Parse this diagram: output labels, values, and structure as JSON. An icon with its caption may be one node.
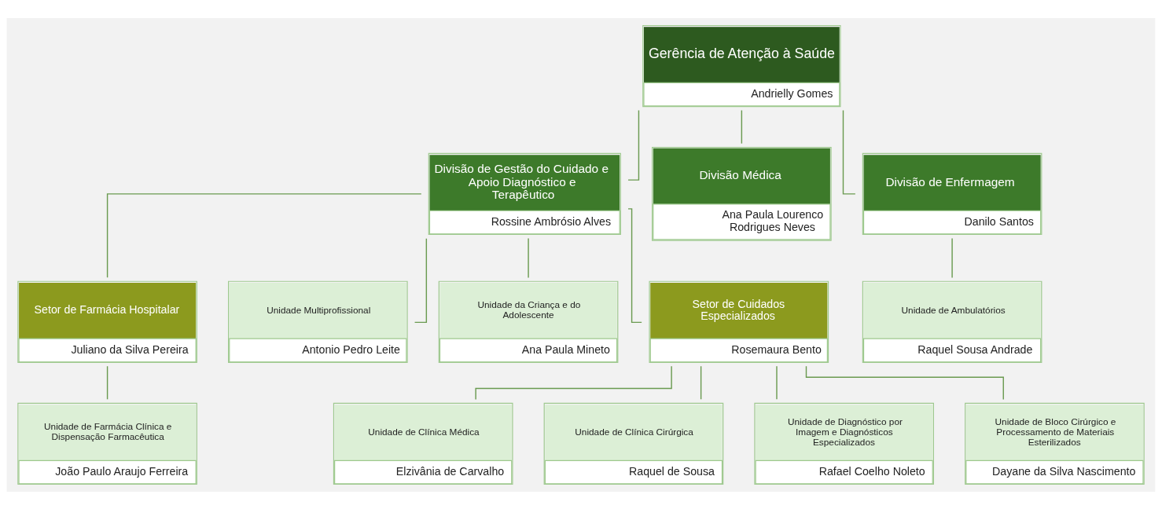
{
  "diagram": {
    "nodes": [
      {
        "text": [
          "Gerência de Atenção à Saúde",
          "Andrielly Gomes"
        ]
      },
      {
        "text": [
          "Divisão de Gestão do Cuidado e Apoio Diagnóstico e Terapêutico",
          "Rossine Ambrósio Alves"
        ]
      },
      {
        "text": [
          "Divisão Médica",
          "Ana Paula Lourenco Rodrigues Neves"
        ]
      },
      {
        "text": [
          "Divisão de Enfermagem",
          "Danilo Santos"
        ]
      },
      {
        "text": [
          "Setor de Farmácia Hospitalar",
          "Juliano da Silva Pereira"
        ]
      },
      {
        "text": [
          "Unidade Multiprofissional",
          "Antonio Pedro Leite"
        ]
      },
      {
        "text": [
          "Unidade da Criança e do Adolescente",
          "Ana Paula Mineto"
        ]
      },
      {
        "text": [
          "Setor de Cuidados Especializados",
          "Rosemaura Bento"
        ]
      },
      {
        "text": [
          "Unidade de Ambulatórios",
          "Raquel Sousa Andrade"
        ]
      },
      {
        "text": [
          "Unidade de Farmácia Clínica e Dispensação Farmacêutica",
          "João Paulo Araujo Ferreira"
        ]
      },
      {
        "text": [
          "Unidade de Clínica Médica",
          "Elzivânia de Carvalho"
        ]
      },
      {
        "text": [
          "Unidade de Clínica Cirúrgica",
          "Raquel de Sousa"
        ]
      },
      {
        "text": [
          "Unidade de Diagnóstico por Imagem e Diagnósticos Especializados",
          "Rafael Coelho Noleto"
        ]
      },
      {
        "text": [
          "Unidade de Bloco Cirúrgico e Processamento de Materiais Esterilizados",
          "Dayane da Silva Nascimento"
        ]
      }
    ],
    "edges": [
      {
        "from": 0,
        "to": 1,
        "arrow": "none"
      },
      {
        "from": 0,
        "to": 2,
        "arrow": "none"
      },
      {
        "from": 0,
        "to": 3,
        "arrow": "none"
      },
      {
        "from": 1,
        "to": 4,
        "arrow": "none"
      },
      {
        "from": 1,
        "to": 5,
        "arrow": "none"
      },
      {
        "from": 1,
        "to": 6,
        "arrow": "none"
      },
      {
        "from": 1,
        "to": 7,
        "arrow": "none"
      },
      {
        "from": 3,
        "to": 8,
        "arrow": "none"
      },
      {
        "from": 4,
        "to": 9,
        "arrow": "none"
      },
      {
        "from": 7,
        "to": 10,
        "arrow": "none"
      },
      {
        "from": 7,
        "to": 11,
        "arrow": "none"
      },
      {
        "from": 7,
        "to": 12,
        "arrow": "none"
      },
      {
        "from": 7,
        "to": 13,
        "arrow": "none"
      }
    ]
  }
}
